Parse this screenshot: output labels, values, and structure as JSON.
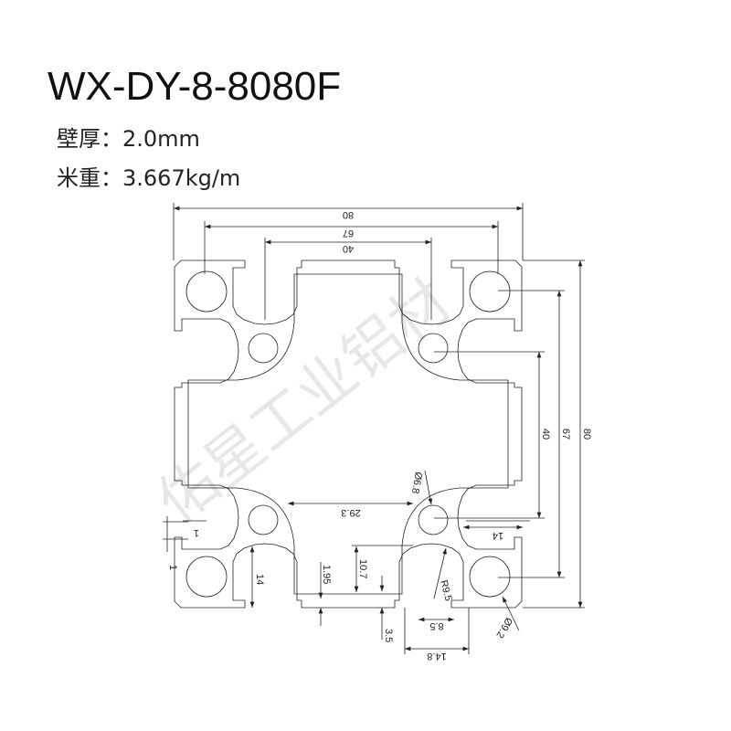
{
  "title": "WX-DY-8-8080F",
  "specs": [
    {
      "label": "壁厚：",
      "value": "2.0mm"
    },
    {
      "label": "米重：",
      "value": "3.667kg/m"
    }
  ],
  "watermark": "佑星工业铝材",
  "dimensions": {
    "width_overall": "80",
    "width_slots_outer": "67",
    "slot_spacing": "40",
    "height_overall": "80",
    "height_slots_outer": "67",
    "height_slot_spacing": "40",
    "center_groove": "29.3",
    "lip_1a": "1",
    "lip_1b": "1",
    "slot_depth_left": "14",
    "wall_thickness": "1.95",
    "groove_depth": "10.7",
    "offset": "3.5",
    "slot_radius": "R9.5",
    "slot_opening": "8.5",
    "slot_width": "14.8",
    "hub_hole": "Ø6.8",
    "corner_hole": "Ø9.2",
    "slot_depth_right": "14"
  },
  "colors": {
    "line": "#222222",
    "text": "#111111"
  }
}
